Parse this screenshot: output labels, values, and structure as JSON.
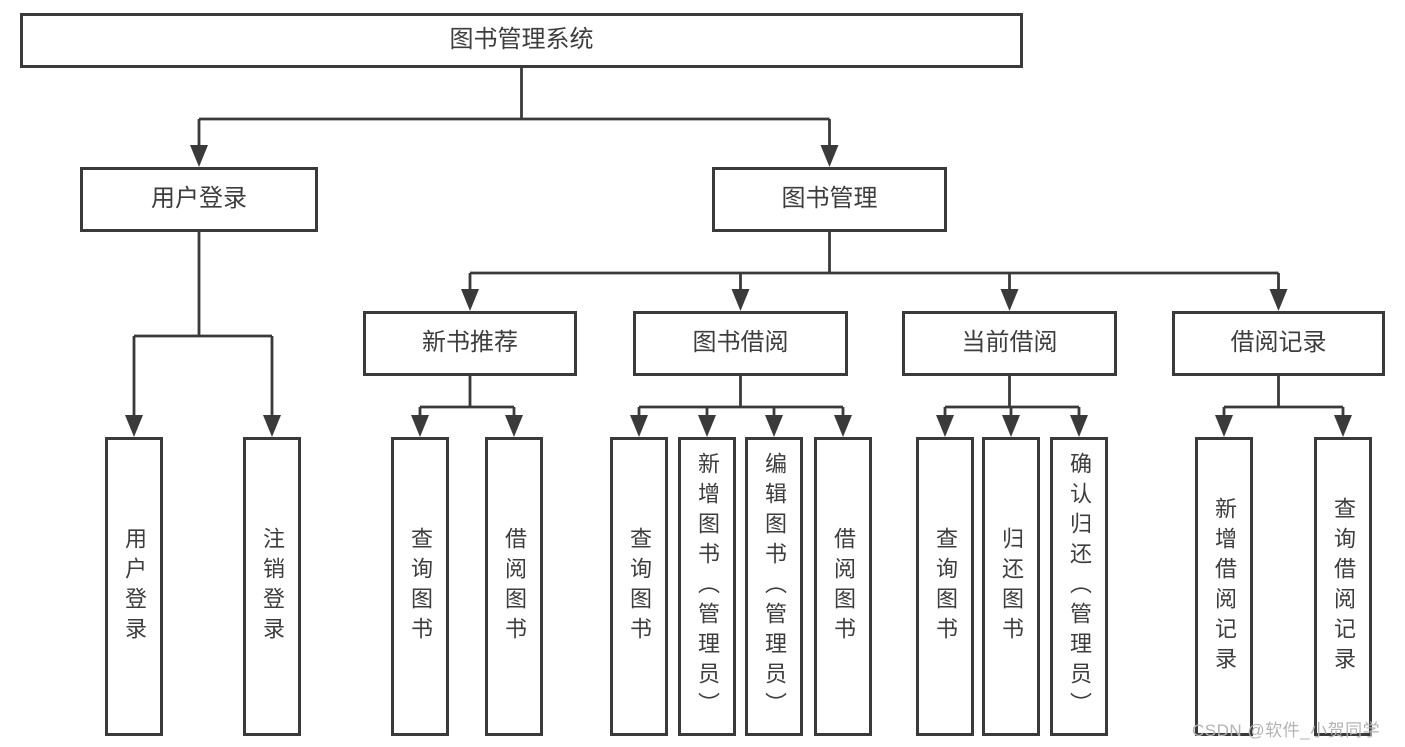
{
  "colors": {
    "line": "#3a3a3a",
    "text": "#3d3d3d",
    "background": "#ffffff",
    "watermark": "#b5b2b4"
  },
  "watermark": "CSDN @软件_小贺同学",
  "tree": {
    "label": "图书管理系统",
    "children": [
      {
        "label": "用户登录",
        "children": [
          {
            "label": "用户登录"
          },
          {
            "label": "注销登录"
          }
        ]
      },
      {
        "label": "图书管理",
        "children": [
          {
            "label": "新书推荐",
            "children": [
              {
                "label": "查询图书"
              },
              {
                "label": "借阅图书"
              }
            ]
          },
          {
            "label": "图书借阅",
            "children": [
              {
                "label": "查询图书"
              },
              {
                "label": "新增图书（管理员）"
              },
              {
                "label": "编辑图书（管理员）"
              },
              {
                "label": "借阅图书"
              }
            ]
          },
          {
            "label": "当前借阅",
            "children": [
              {
                "label": "查询图书"
              },
              {
                "label": "归还图书"
              },
              {
                "label": "确认归还（管理员）"
              }
            ]
          },
          {
            "label": "借阅记录",
            "children": [
              {
                "label": "新增借阅记录"
              },
              {
                "label": "查询借阅记录"
              }
            ]
          }
        ]
      }
    ]
  }
}
